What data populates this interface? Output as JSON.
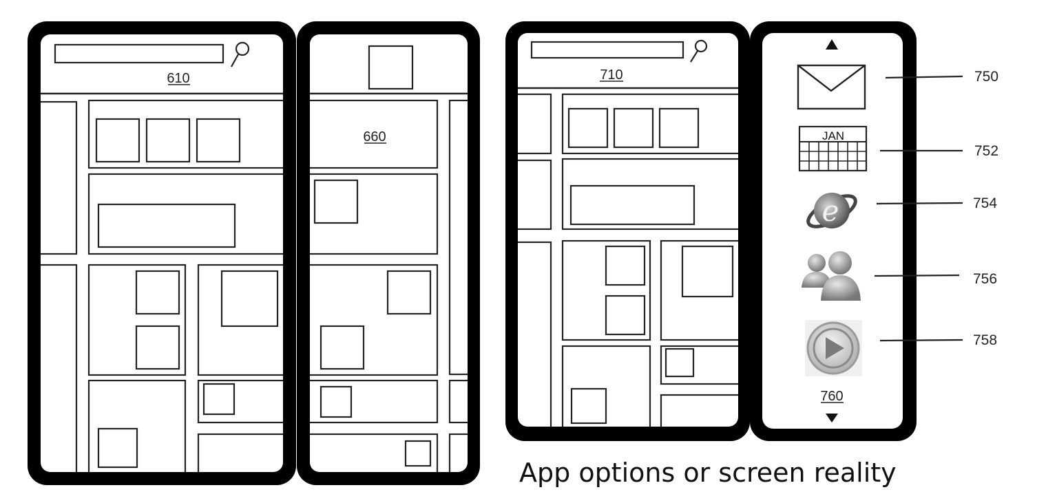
{
  "labels": {
    "left_device_screen": "610",
    "left_second_screen": "660",
    "right_device_screen": "710",
    "app_panel": "760"
  },
  "app_icons": [
    {
      "name": "mail-icon",
      "ref": "750"
    },
    {
      "name": "calendar-icon",
      "ref": "752",
      "text": "JAN"
    },
    {
      "name": "browser-icon",
      "ref": "754"
    },
    {
      "name": "contacts-icon",
      "ref": "756"
    },
    {
      "name": "media-player-icon",
      "ref": "758"
    }
  ],
  "caption": "App options or screen reality"
}
